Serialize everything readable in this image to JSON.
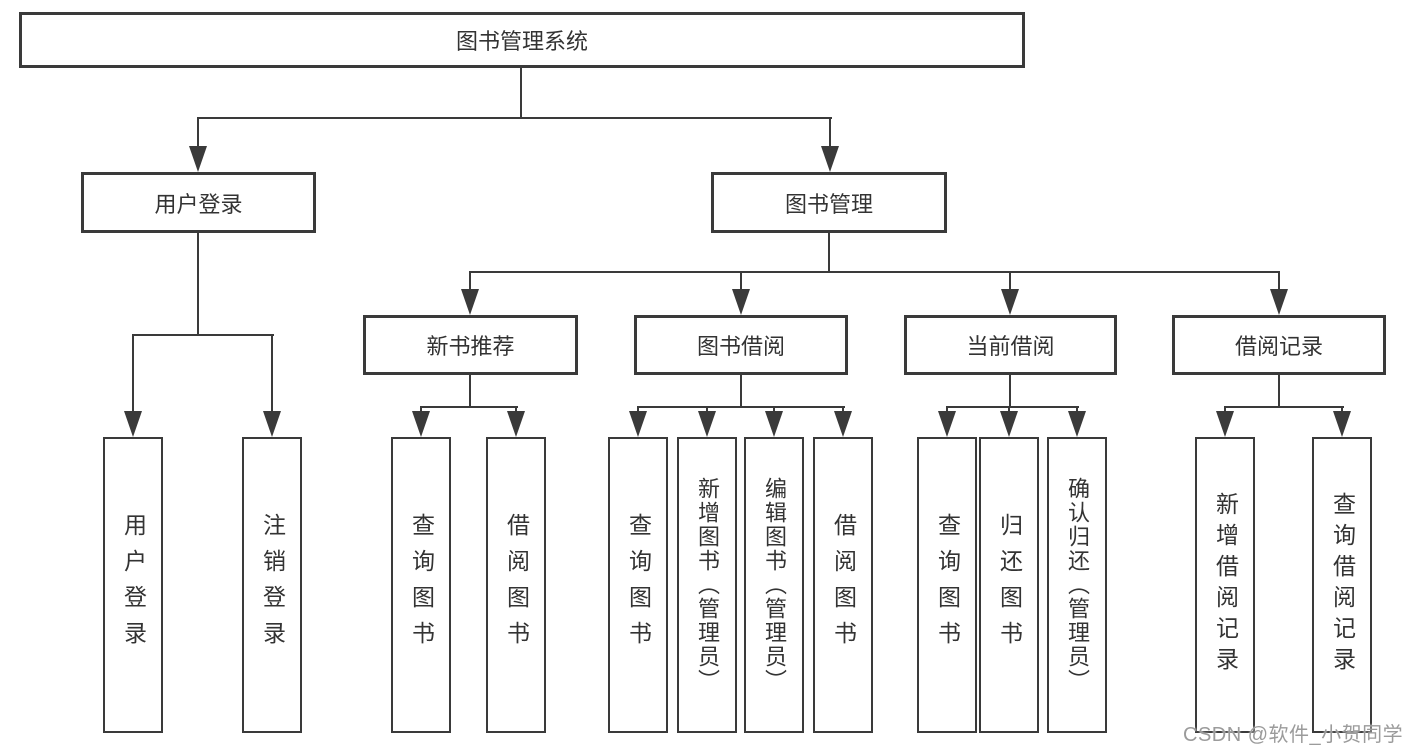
{
  "watermark": "CSDN @软件_小贺同学",
  "colors": {
    "line": "#3a3a3a",
    "text": "#333333",
    "watermark_text": "#9b9b9b",
    "background": "#ffffff"
  },
  "tree": {
    "root": "图书管理系统",
    "children": [
      {
        "label": "用户登录",
        "children": [
          "用户登录",
          "注销登录"
        ]
      },
      {
        "label": "图书管理",
        "children": [
          {
            "label": "新书推荐",
            "children": [
              "查询图书",
              "借阅图书"
            ]
          },
          {
            "label": "图书借阅",
            "children": [
              "查询图书",
              "新增图书（管理员）",
              "编辑图书（管理员）",
              "借阅图书"
            ]
          },
          {
            "label": "当前借阅",
            "children": [
              "查询图书",
              "归还图书",
              "确认归还（管理员）"
            ]
          },
          {
            "label": "借阅记录",
            "children": [
              "新增借阅记录",
              "查询借阅记录"
            ]
          }
        ]
      }
    ]
  }
}
